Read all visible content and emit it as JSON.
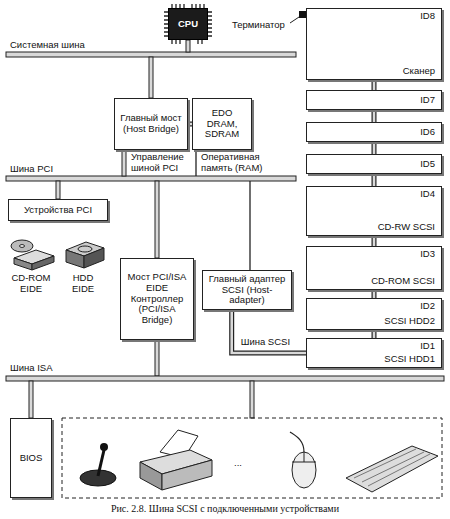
{
  "diagram": {
    "caption": "Рис. 2.8. Шина SCSI с подключенными устройствами",
    "nodes": [
      {
        "text": [
          "CPU"
        ]
      },
      {
        "text": [
          "ID8",
          "Сканер"
        ]
      },
      {
        "text": [
          "Главный мост (Host Bridge)"
        ]
      },
      {
        "text": [
          "EDO DRAM, SDRAM"
        ]
      },
      {
        "text": [
          "ID7"
        ]
      },
      {
        "text": [
          "ID6"
        ]
      },
      {
        "text": [
          "ID5"
        ]
      },
      {
        "text": [
          "Устройства PCI"
        ]
      },
      {
        "text": [
          "ID4",
          "CD-RW SCSI"
        ]
      },
      {
        "text": [
          "ID3",
          "CD-ROM SCSI"
        ]
      },
      {
        "text": [
          "Мост PCI/ISA EIDE Контроллер (PCI/ISA Bridge)"
        ]
      },
      {
        "text": [
          "Главный адаптер SCSI (Host-adapter)"
        ]
      },
      {
        "text": [
          "ID2",
          "SCSI HDD2"
        ]
      },
      {
        "text": [
          "ID1",
          "SCSI HDD1"
        ]
      },
      {
        "text": [
          "BIOS"
        ]
      }
    ],
    "edges": [
      {
        "from": 2,
        "to": 3,
        "arrow": "none"
      },
      {
        "from": 1,
        "to": 4,
        "arrow": "none"
      },
      {
        "from": 4,
        "to": 5,
        "arrow": "none"
      },
      {
        "from": 5,
        "to": 6,
        "arrow": "none"
      },
      {
        "from": 6,
        "to": 8,
        "arrow": "none"
      },
      {
        "from": 8,
        "to": 9,
        "arrow": "none"
      },
      {
        "from": 9,
        "to": 12,
        "arrow": "none"
      },
      {
        "from": 12,
        "to": 13,
        "arrow": "none"
      },
      {
        "from": 11,
        "to": 13,
        "label": "Шина SCSI",
        "arrow": "none"
      }
    ],
    "labels": [
      "Терминатор",
      "Системная шина",
      "Управление шиной PCI",
      "Оперативная память (RAM)",
      "Шина PCI",
      "CD-ROM EIDE",
      "HDD EIDE",
      "Шина ISA",
      "..."
    ]
  }
}
